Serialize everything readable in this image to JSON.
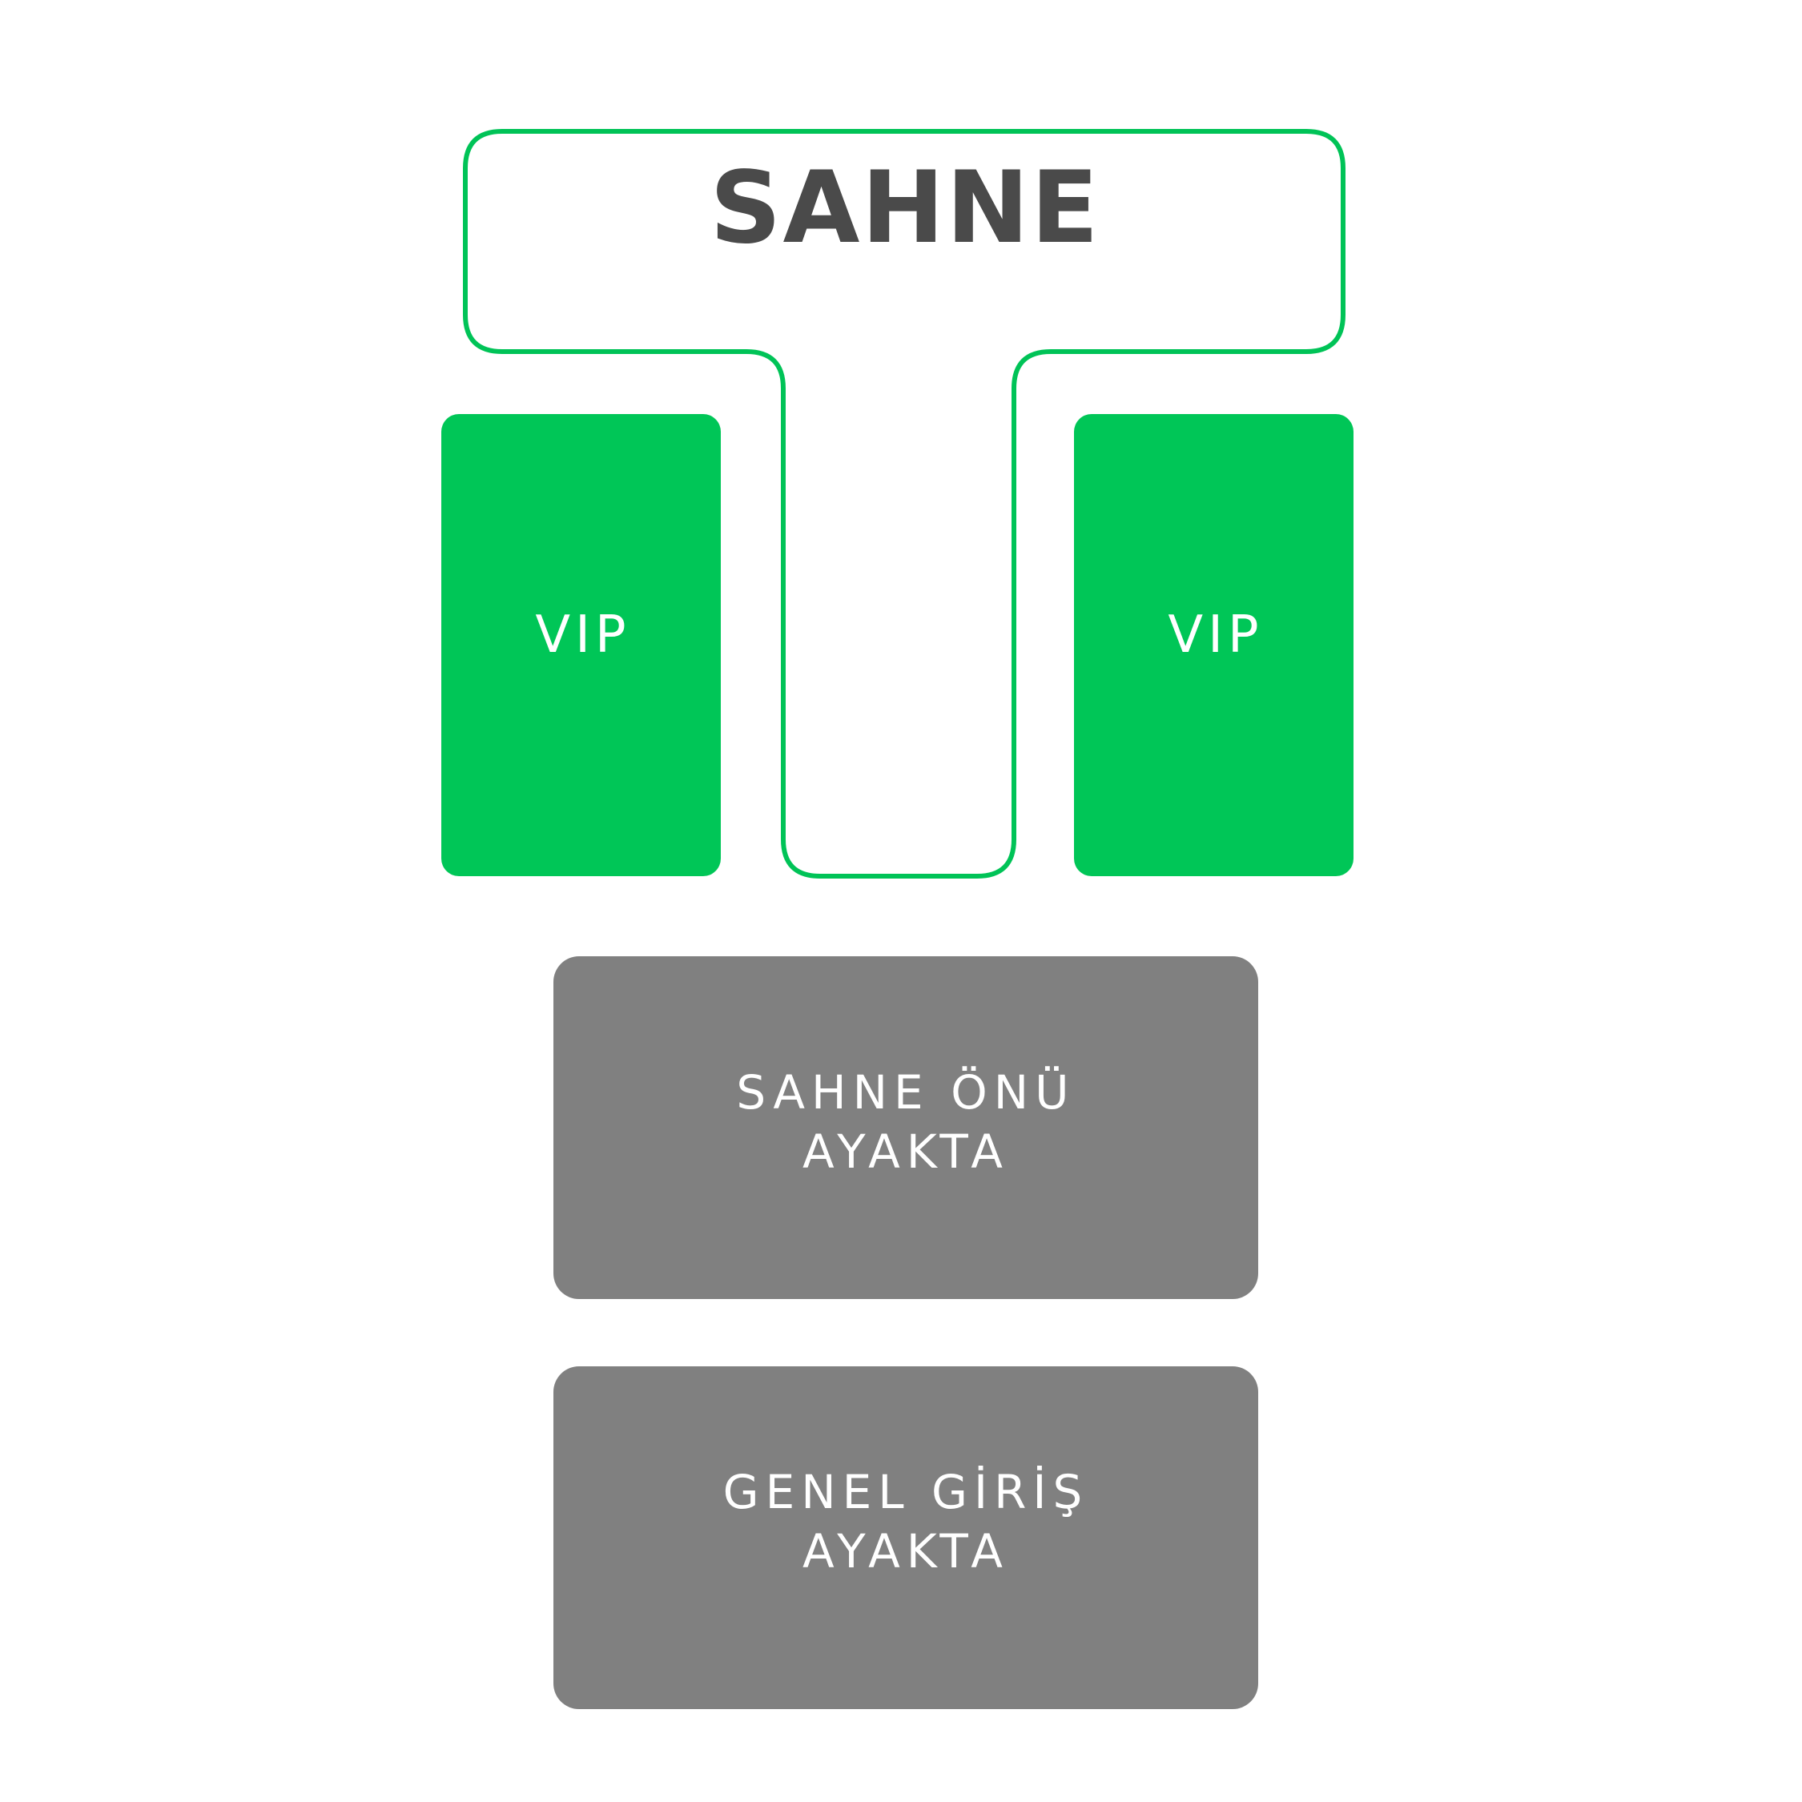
{
  "colors": {
    "stage_outline": "#00C357",
    "stage_text": "#4A4A4A",
    "vip_fill": "#00C657",
    "standing_fill": "#808080",
    "label_light": "#FFFFFF",
    "background": "#FFFFFF"
  },
  "stage": {
    "label": "SAHNE"
  },
  "vip_left": {
    "label": "VIP"
  },
  "vip_right": {
    "label": "VIP"
  },
  "front_stage": {
    "line1": "SAHNE ÖNÜ",
    "line2": "AYAKTA"
  },
  "general": {
    "line1": "GENEL GİRİŞ",
    "line2": "AYAKTA"
  }
}
